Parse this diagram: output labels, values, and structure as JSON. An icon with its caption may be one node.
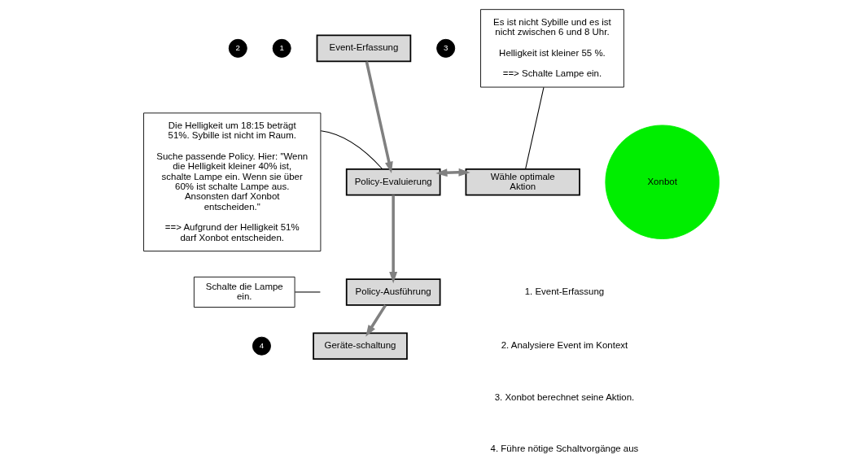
{
  "diagram": {
    "nodes": [
      {
        "text": [
          "Event-Erfassung"
        ]
      },
      {
        "text": [
          "Policy-Evaluierung"
        ]
      },
      {
        "text": [
          "Policy-Ausführung"
        ]
      },
      {
        "text": [
          "Geräte-schaltung"
        ]
      },
      {
        "text": [
          "Wähle optimale Aktion"
        ]
      },
      {
        "text": [
          "Xonbot"
        ]
      },
      {
        "text": [
          "Die Helligkeit um 18:15 beträgt 51%. Sybille ist nicht im Raum.",
          "Suche passende Policy. Hier: \"Wenn die Helligkeit kleiner 40% ist, schalte Lampe ein. Wenn sie über 60% ist schalte Lampe aus. Ansonsten darf Xonbot entscheiden.\"",
          "==> Aufgrund der Helligkeit 51% darf Xonbot entscheiden."
        ]
      },
      {
        "text": [
          "Es ist nicht Sybille und es ist nicht zwischen 6 und 8 Uhr.",
          "Helligkeit ist kleiner 55 %.",
          "==> Schalte Lampe ein."
        ]
      },
      {
        "text": [
          "Schalte die Lampe ein."
        ]
      },
      {
        "text": [
          "1"
        ]
      },
      {
        "text": [
          "2"
        ]
      },
      {
        "text": [
          "3"
        ]
      },
      {
        "text": [
          "4"
        ]
      }
    ],
    "edges": [
      {
        "from": 0,
        "to": 1,
        "arrow": "to"
      },
      {
        "from": 1,
        "to": 2,
        "arrow": "to"
      },
      {
        "from": 2,
        "to": 3,
        "arrow": "to"
      },
      {
        "from": 1,
        "to": 4,
        "arrow": "both"
      },
      {
        "from": 6,
        "to": 1,
        "arrow": "none",
        "color": "#000000"
      },
      {
        "from": 7,
        "to": 4,
        "arrow": "none",
        "color": "#000000"
      },
      {
        "from": 8,
        "to": null,
        "arrow": "none",
        "color": "#000000"
      }
    ],
    "labels": [
      "1. Event-Erfassung",
      "2. Analysiere Event im Kontext",
      "3. Xonbot berechnet seine Aktion.",
      "4. Führe nötige Schaltvorgänge aus"
    ]
  }
}
